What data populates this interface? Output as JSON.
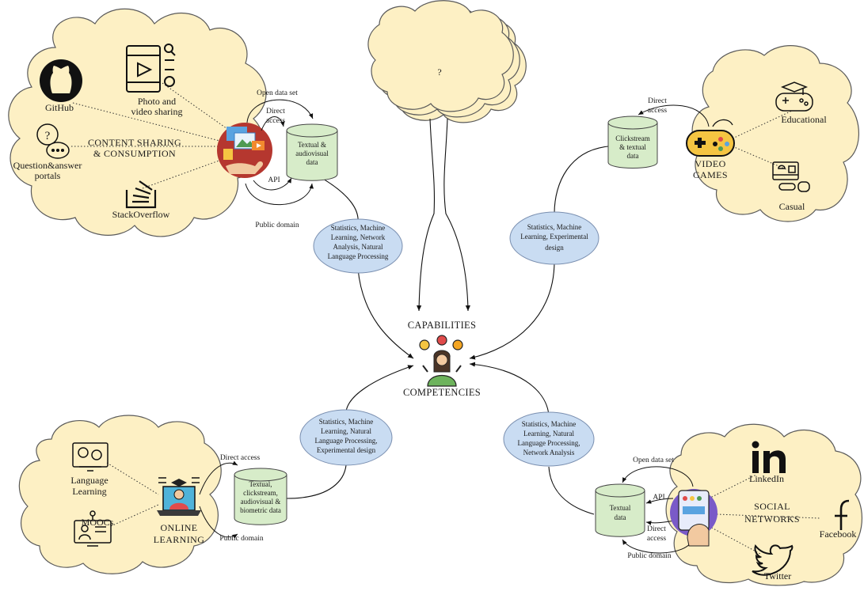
{
  "center": {
    "top_label": "CAPABILITIES",
    "bottom_label": "COMPETENCIES"
  },
  "unknown": {
    "label": "?"
  },
  "content_sharing": {
    "title_line1": "CONTENT SHARING",
    "title_line2": "& CONSUMPTION",
    "github": "GitHub",
    "photo_line1": "Photo and",
    "photo_line2": "video sharing",
    "qa_line1": "Question&answer",
    "qa_line2": "portals",
    "stackoverflow": "StackOverflow",
    "open_data_set": "Open data set",
    "direct_line1": "Direct",
    "direct_line2": "access",
    "api": "API",
    "public_domain": "Public domain",
    "db_line1": "Textual &",
    "db_line2": "audiovisual",
    "db_line3": "data",
    "methods": [
      "Statistics, Machine",
      "Learning, Network",
      "Analysis, Natural",
      "Language Processing"
    ]
  },
  "video_games": {
    "title_line1": "VIDEO",
    "title_line2": "GAMES",
    "educational": "Educational",
    "casual": "Casual",
    "direct_line1": "Direct",
    "direct_line2": "access",
    "db_line1": "Clickstream",
    "db_line2": "& textual",
    "db_line3": "data",
    "methods": [
      "Statistics, Machine",
      "Learning, Experimental",
      "design"
    ]
  },
  "online_learning": {
    "title_line1": "ONLINE",
    "title_line2": "LEARNING",
    "language_line1": "Language",
    "language_line2": "Learning",
    "moocs": "MOOCs",
    "direct_access": "Direct access",
    "public_domain": "Public domain",
    "db_line1": "Textual,",
    "db_line2": "clickstream,",
    "db_line3": "audiovisual &",
    "db_line4": "biometric data",
    "methods": [
      "Statistics, Machine",
      "Learning, Natural",
      "Language Processing,",
      "Experimental design"
    ]
  },
  "social_networks": {
    "title_line1": "SOCIAL",
    "title_line2": "NETWORKS",
    "linkedin": "LinkedIn",
    "facebook": "Facebook",
    "twitter": "Twitter",
    "open_data_set": "Open data set",
    "api": "API",
    "direct_line1": "Direct",
    "direct_line2": "access",
    "public_domain": "Public domain",
    "db_line1": "Textual",
    "db_line2": "data",
    "methods": [
      "Statistics, Machine",
      "Learning, Natural",
      "Language Processing,",
      "Network Analysis"
    ]
  },
  "colors": {
    "cloud_fill": "#fdf0c4",
    "cloud_stroke": "#5a5a5a",
    "db_fill": "#d7ecc9",
    "method_fill": "#c9dcf2",
    "method_stroke": "#7a8fb0"
  },
  "icons": [
    "github-icon",
    "photo-video-icon",
    "qa-icon",
    "stackoverflow-icon",
    "content-sharing-icon",
    "gamepad-icon",
    "educational-game-icon",
    "casual-game-icon",
    "language-learning-icon",
    "mooc-icon",
    "online-learning-icon",
    "linkedin-icon",
    "facebook-icon",
    "twitter-icon",
    "social-network-icon",
    "competencies-person-icon"
  ]
}
